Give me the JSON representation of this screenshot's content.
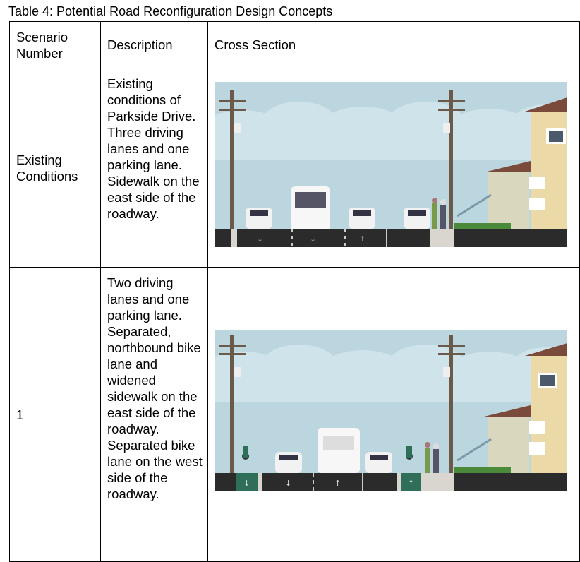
{
  "caption": "Table 4: Potential Road Reconfiguration Design Concepts",
  "headers": {
    "scenario": "Scenario Number",
    "description": "Description",
    "cross_section": "Cross Section"
  },
  "rows": [
    {
      "scenario": "Existing Conditions",
      "description": "Existing conditions of Parkside Drive. Three driving lanes and one parking lane. Sidewalk on the east side of the roadway."
    },
    {
      "scenario": "1",
      "description": "Two driving lanes and one parking lane. Separated, northbound bike lane and widened sidewalk on the east side of the roadway. Separated bike lane on the west side of the roadway."
    }
  ],
  "colors": {
    "sky": "#bcd6e0",
    "cloud": "#cfe3ea",
    "asphalt": "#2b2b2b",
    "sidewalk": "#d9d6cf",
    "bike_lane": "#2f6f5a",
    "house": "#ecd9a8",
    "roof": "#7a4b3a"
  }
}
